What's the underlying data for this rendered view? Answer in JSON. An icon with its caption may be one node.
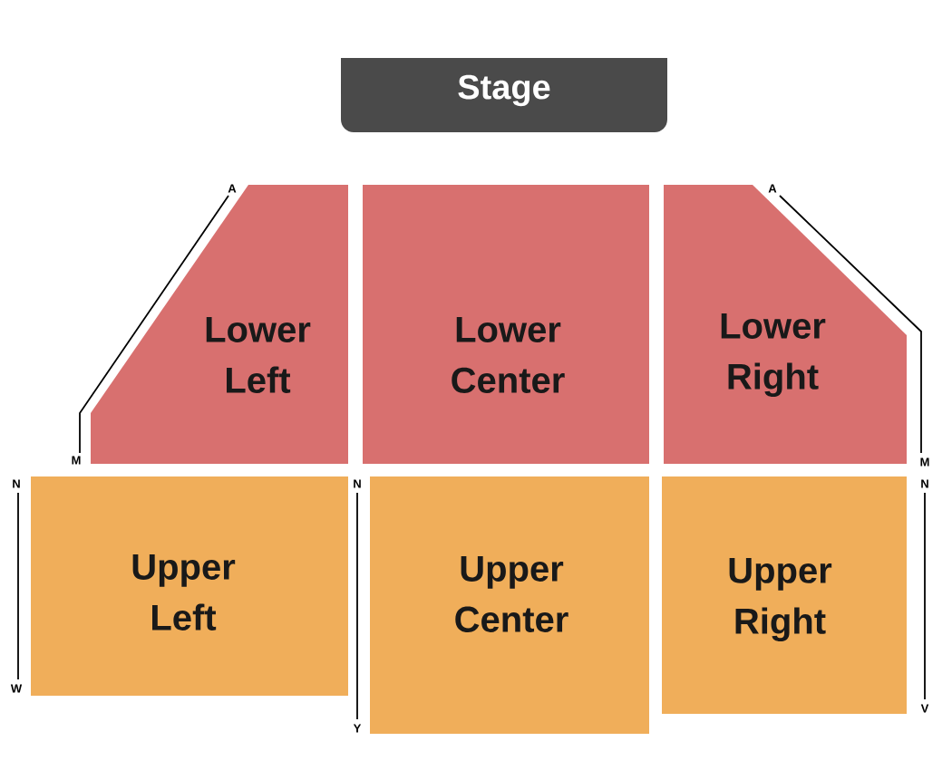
{
  "diagram": {
    "nodes": [
      {
        "text": [
          "Stage"
        ]
      },
      {
        "text": [
          "Lower Left"
        ]
      },
      {
        "text": [
          "Lower Center"
        ]
      },
      {
        "text": [
          "Lower Right"
        ]
      },
      {
        "text": [
          "Upper Left"
        ]
      },
      {
        "text": [
          "Upper Center"
        ]
      },
      {
        "text": [
          "Upper Right"
        ]
      }
    ],
    "labels": [
      "A",
      "A",
      "M",
      "M",
      "N",
      "N",
      "N",
      "W",
      "V",
      "Y"
    ]
  }
}
